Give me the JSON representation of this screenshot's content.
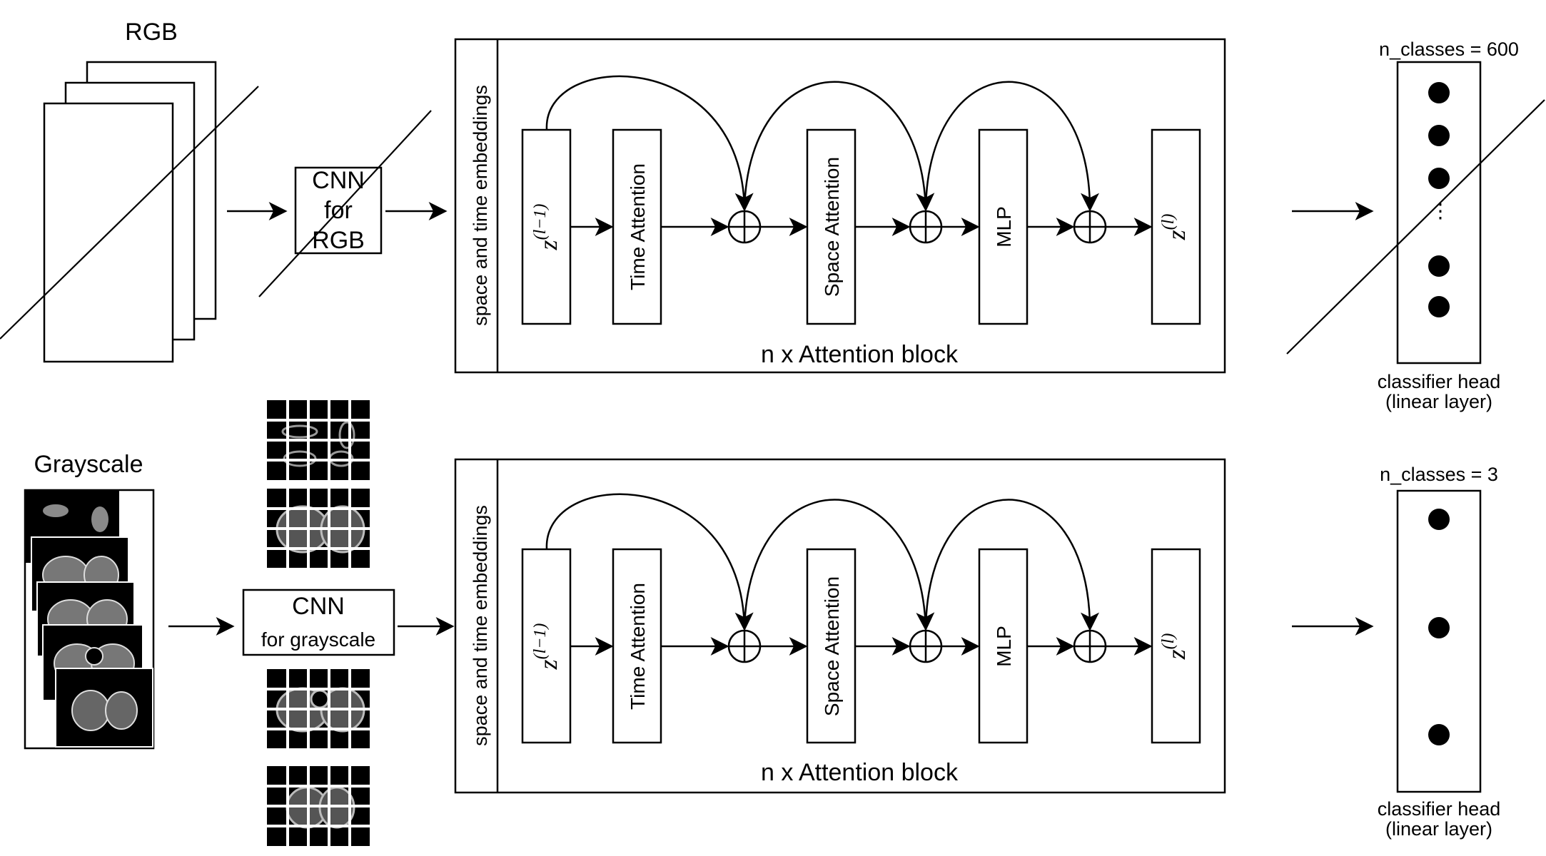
{
  "top_row": {
    "input_label": "RGB",
    "cnn_lines": [
      "CNN",
      "for",
      "RGB"
    ],
    "embeddings_label": "space and time embeddings",
    "block_caption": "n x Attention block",
    "z_in_base": "z",
    "z_in_sup": "(l−1)",
    "time_attention": "Time Attention",
    "space_attention": "Space Attention",
    "mlp": "MLP",
    "z_out_base": "z",
    "z_out_sup": "(l)",
    "n_classes": "n_classes = 600",
    "head_line1": "classifier head",
    "head_line2": "(linear layer)",
    "ellipsis": "⋮"
  },
  "bottom_row": {
    "input_label": "Grayscale",
    "cnn_line1": "CNN",
    "cnn_line2": "for grayscale",
    "embeddings_label": "space and time embeddings",
    "block_caption": "n x Attention block",
    "z_in_base": "z",
    "z_in_sup": "(l−1)",
    "time_attention": "Time Attention",
    "space_attention": "Space Attention",
    "mlp": "MLP",
    "z_out_base": "z",
    "z_out_sup": "(l)",
    "n_classes": "n_classes = 3",
    "head_line1": "classifier head",
    "head_line2": "(linear layer)"
  },
  "colors": {
    "stroke": "#000000",
    "background": "#ffffff",
    "scan_background": "#000000",
    "scan_tissue": "#9a9a9a"
  }
}
